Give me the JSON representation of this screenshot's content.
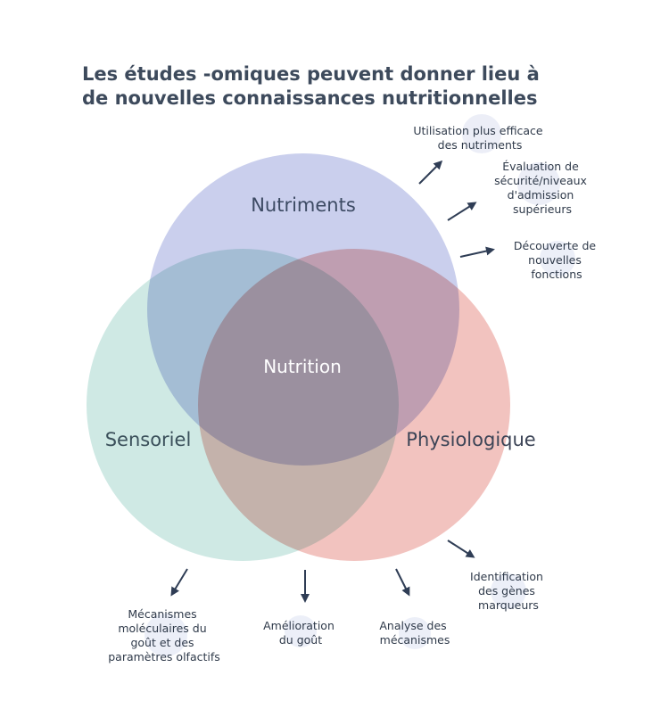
{
  "title": {
    "line1": "Les études -omiques peuvent donner lieu à",
    "line2": "de nouvelles connaissances nutritionnelles"
  },
  "circles": {
    "nutriments": "Nutriments",
    "sensoriel": "Sensoriel",
    "physiologique": "Physiologique",
    "center": "Nutrition"
  },
  "notes": {
    "utilisation": [
      "Utilisation plus efficace",
      "des nutriments"
    ],
    "evaluation": [
      "Évaluation de",
      "sécurité/niveaux",
      "d'admission",
      "supérieurs"
    ],
    "decouverte": [
      "Découverte de",
      "nouvelles",
      "fonctions"
    ],
    "identification": [
      "Identification",
      "des gènes",
      "marqueurs"
    ],
    "mecanismes": [
      "Mécanismes",
      "moléculaires du",
      "goût et des",
      "paramètres olfactifs"
    ],
    "amelioration": [
      "Amélioration",
      "du goût"
    ],
    "analyse": [
      "Analyse des",
      "mécanismes"
    ]
  },
  "colors": {
    "title": "#3d4a5c",
    "nutriments_fill": "#c7cdec",
    "sensoriel_fill": "#cfe9e4",
    "physiologique_fill": "#f2c3bf",
    "arrow": "#2f3d55",
    "text": "#2f3a4a"
  }
}
